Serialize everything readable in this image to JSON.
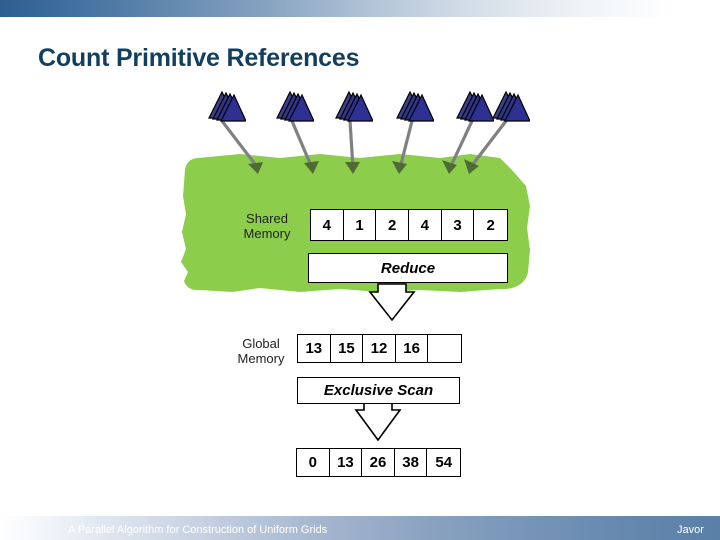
{
  "slide": {
    "title": "Count Primitive References"
  },
  "theme": {
    "title_color": "#123f5f",
    "shared_memory_fill": "#8cce4c",
    "primitive_fill": "#2e3192",
    "primitive_stroke": "#000000",
    "arrow_color": "#808080",
    "bar_blue": "#2e5f91"
  },
  "diagram": {
    "primitives": {
      "label": "triangle-primitive-stack",
      "count": 6,
      "triangles_per_stack": 4
    },
    "shared_memory": {
      "label_line1": "Shared",
      "label_line2": "Memory",
      "cells": [
        "4",
        "1",
        "2",
        "4",
        "3",
        "2"
      ],
      "operation": "Reduce"
    },
    "global_memory": {
      "label_line1": "Global",
      "label_line2": "Memory",
      "cells": [
        "13",
        "15",
        "12",
        "16",
        ""
      ],
      "operation": "Exclusive Scan",
      "result_cells": [
        "0",
        "13",
        "26",
        "38",
        "54"
      ]
    }
  },
  "footer": {
    "left": "A Parallel Algorithm for Construction of Uniform Grids",
    "right": "Javor"
  }
}
